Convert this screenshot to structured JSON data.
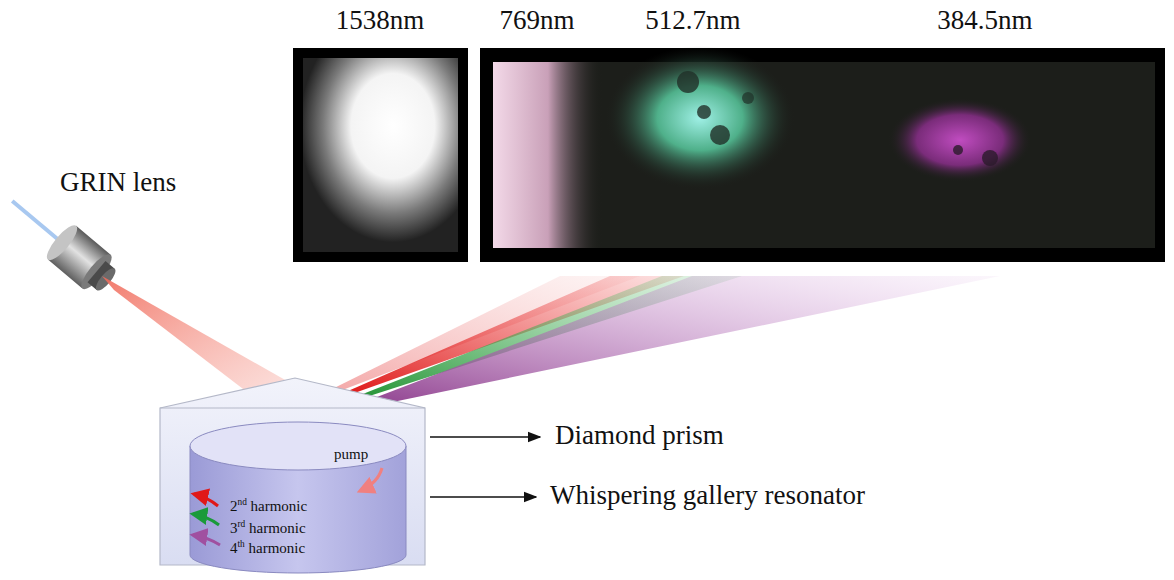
{
  "diagram": {
    "nodes": [
      {
        "text": [
          "1538nm"
        ]
      },
      {
        "text": [
          "769nm",
          "512.7nm",
          "384.5nm"
        ]
      },
      {
        "text": [
          "pump",
          "2nd harmonic",
          "3rd harmonic",
          "4th harmonic"
        ]
      }
    ],
    "labels": [
      "GRIN lens",
      "Diamond prism",
      "Whispering gallery resonator"
    ]
  }
}
